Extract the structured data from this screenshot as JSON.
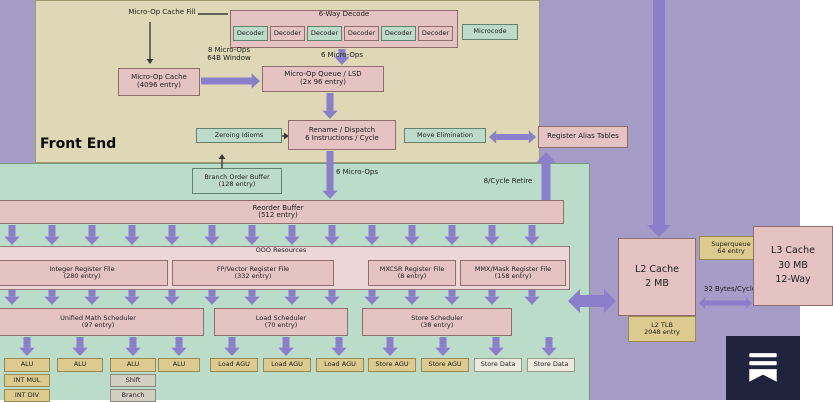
{
  "front_end": {
    "label": "Front End",
    "micro_op_cache_fill_label": "Micro-Op Cache Fill",
    "decode_title": "6-Way Decode",
    "decoders": [
      "Decoder",
      "Decoder",
      "Decoder",
      "Decoder",
      "Decoder",
      "Decoder"
    ],
    "microcode": "Microcode",
    "six_micro_ops_top": "6 Micro-Ops",
    "eight_micro_ops_line1": "8 Micro-Ops",
    "eight_micro_ops_line2": "64B Window",
    "micro_op_cache_line1": "Micro-Op Cache",
    "micro_op_cache_line2": "(4096 entry)",
    "micro_op_queue_line1": "Micro-Op Queue / LSD",
    "micro_op_queue_line2": "(2x 96 entry)",
    "zeroing_idioms": "Zeroing Idioms",
    "rename_line1": "Rename / Dispatch",
    "rename_line2": "6 Instructions / Cycle",
    "move_elimination": "Move Elimination",
    "register_alias_tables": "Register Alias Tables",
    "six_micro_ops_bottom": "6 Micro-Ops",
    "retire_label": "8/Cycle Retire"
  },
  "out_of_order": {
    "branch_order_buffer_line1": "Branch Order Buffer",
    "branch_order_buffer_line2": "(128 entry)",
    "reorder_buffer_line1": "Reorder Buffer",
    "reorder_buffer_line2": "(512 entry)",
    "ooo_resources_title": "OOO Resources",
    "register_files": [
      {
        "line1": "Integer Register File",
        "line2": "(280 entry)"
      },
      {
        "line1": "FP/Vector Register File",
        "line2": "(332 entry)"
      },
      {
        "line1": "MXCSR Register File",
        "line2": "(8 entry)"
      },
      {
        "line1": "MMX/Mask Register File",
        "line2": "(158 entry)"
      }
    ],
    "schedulers": [
      {
        "line1": "Unified Math Scheduler",
        "line2": "(97 entry)"
      },
      {
        "line1": "Load Scheduler",
        "line2": "(70 entry)"
      },
      {
        "line1": "Store Scheduler",
        "line2": "(38 entry)"
      }
    ],
    "alu_units": [
      "ALU",
      "ALU",
      "ALU",
      "ALU"
    ],
    "alu_sub_units_row1": [
      "INT MUL",
      "Shift"
    ],
    "alu_sub_units_row2": [
      "INT DIV",
      "Branch"
    ],
    "load_units": [
      "Load AGU",
      "Load AGU",
      "Load AGU"
    ],
    "store_units": [
      "Store AGU",
      "Store AGU",
      "Store Data",
      "Store Data"
    ]
  },
  "memory": {
    "l2_cache_line1": "L2 Cache",
    "l2_cache_line2": "2 MB",
    "l2_tlb_line1": "L2 TLB",
    "l2_tlb_line2": "2048 entry",
    "superqueue_line1": "Superqueue",
    "superqueue_line2": "64 entry",
    "bandwidth_label": "32 Bytes/Cycle",
    "l3_line1": "L3 Cache",
    "l3_line2": "30 MB",
    "l3_line3": "12-Way"
  },
  "colors": {
    "background": "#a59cc8",
    "front_end_panel": "#ded8b7",
    "backend_panel": "#badcc9",
    "pink_block": "#e5c3c3",
    "green_block": "#bedac8",
    "tan_block": "#dcca8e",
    "arrow_purple": "#8b7ecb",
    "logo_navy": "#20233c"
  }
}
